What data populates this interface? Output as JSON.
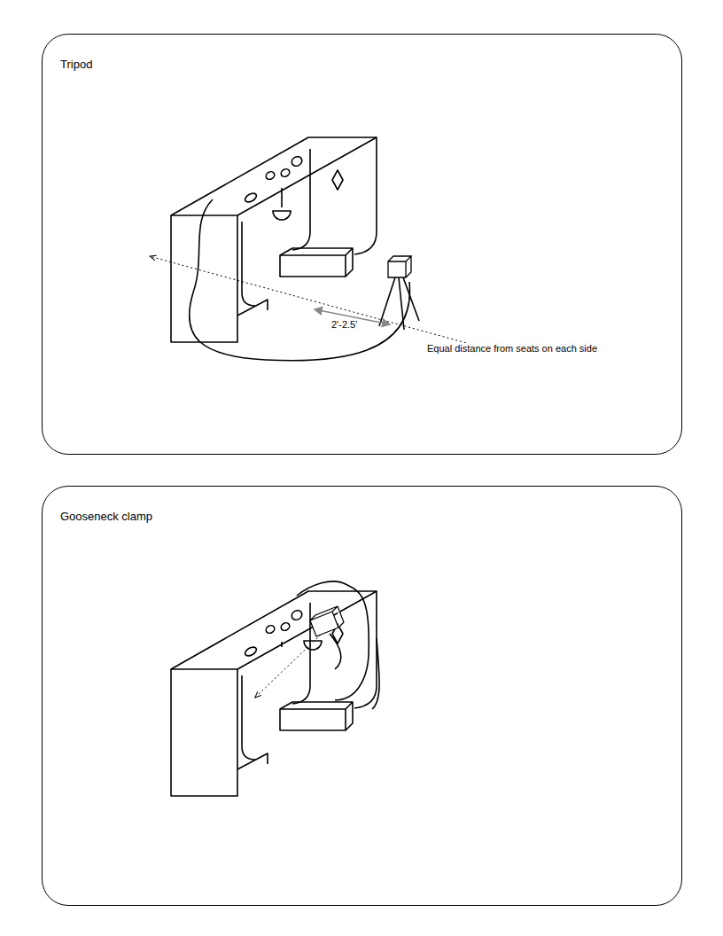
{
  "diagram": {
    "nodes": [
      {
        "text": [
          "Tripod"
        ]
      },
      {
        "text": [
          "Gooseneck clamp"
        ]
      }
    ],
    "labels": [
      "2'-2.5'",
      "Equal distance from seats on each side"
    ]
  }
}
